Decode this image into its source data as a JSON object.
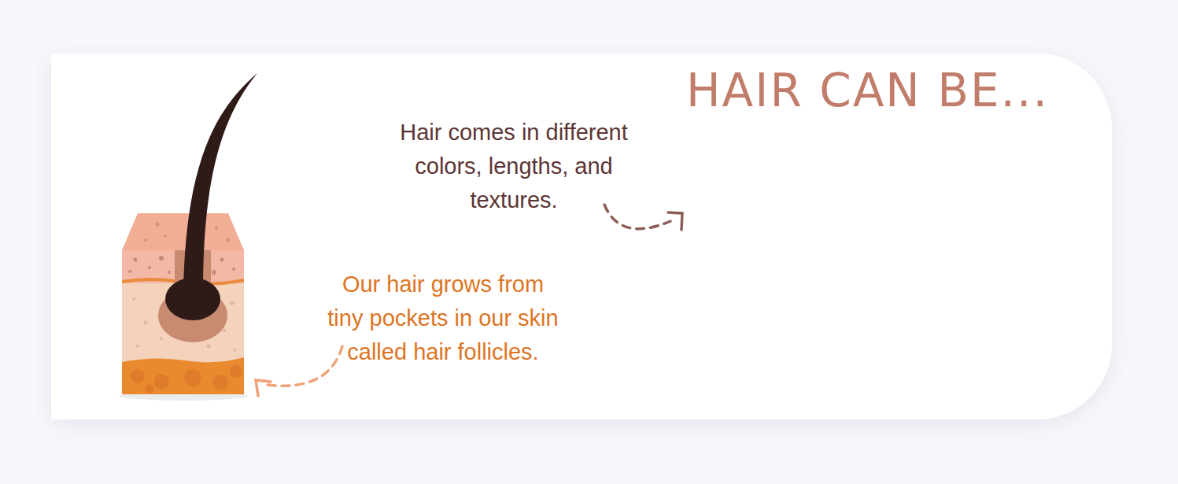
{
  "diagram": {
    "title": "HAIR CAN BE...",
    "labels": [
      "Hair comes in different colors, lengths, and textures.",
      "Our hair grows from tiny pockets in our skin called hair follicles."
    ]
  }
}
